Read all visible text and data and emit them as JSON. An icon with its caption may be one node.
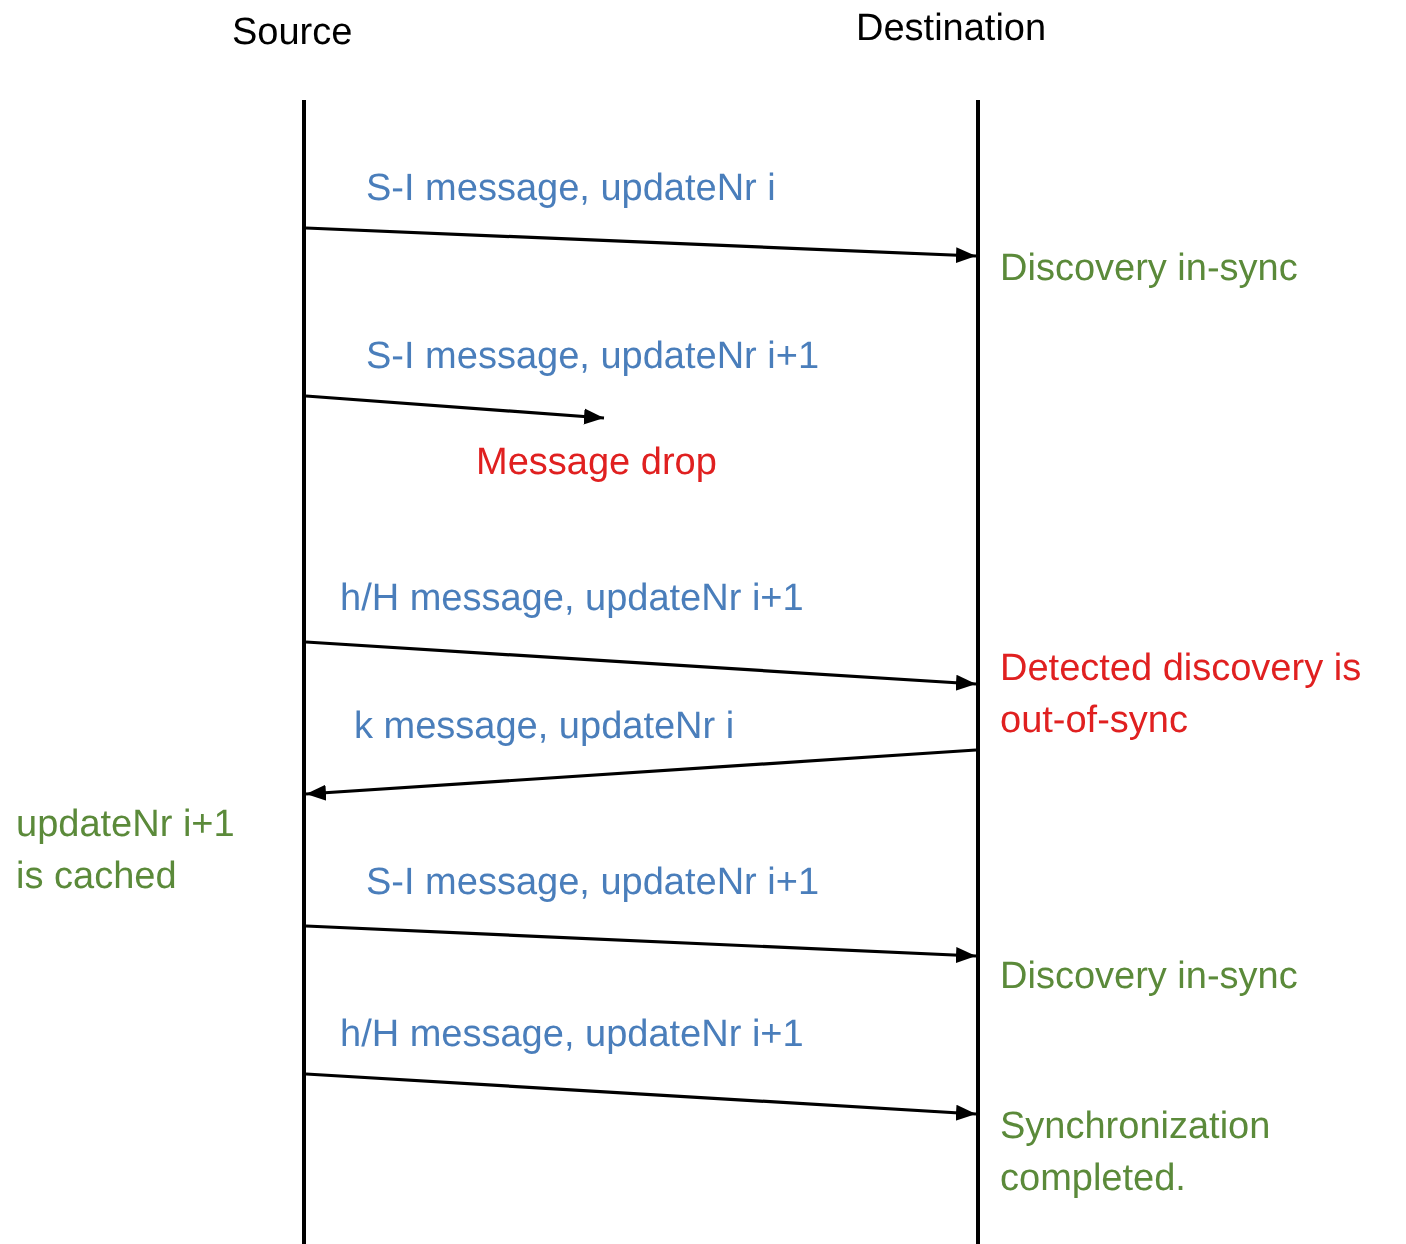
{
  "diagram": {
    "nodes": [
      {
        "text": [
          "Source"
        ]
      },
      {
        "text": [
          "Destination"
        ]
      },
      {
        "text": [
          "Message drop"
        ]
      }
    ],
    "edges": [
      {
        "from": 0,
        "to": 1,
        "arrow": "to",
        "label": "S-I message, updateNr i"
      },
      {
        "from": 0,
        "to": 2,
        "arrow": "to",
        "label": "S-I message, updateNr i+1"
      },
      {
        "from": 0,
        "to": 1,
        "arrow": "to",
        "label": "h/H message, updateNr i+1"
      },
      {
        "from": 1,
        "to": 0,
        "arrow": "to",
        "label": "k message, updateNr i"
      },
      {
        "from": 0,
        "to": 1,
        "arrow": "to",
        "label": "S-I message, updateNr i+1"
      },
      {
        "from": 0,
        "to": 1,
        "arrow": "to",
        "label": "h/H message, updateNr i+1"
      }
    ],
    "labels": [
      "Discovery in-sync",
      "Detected discovery is out-of-sync",
      "updateNr i+1 is cached",
      "Discovery in-sync",
      "Synchronization completed."
    ]
  }
}
